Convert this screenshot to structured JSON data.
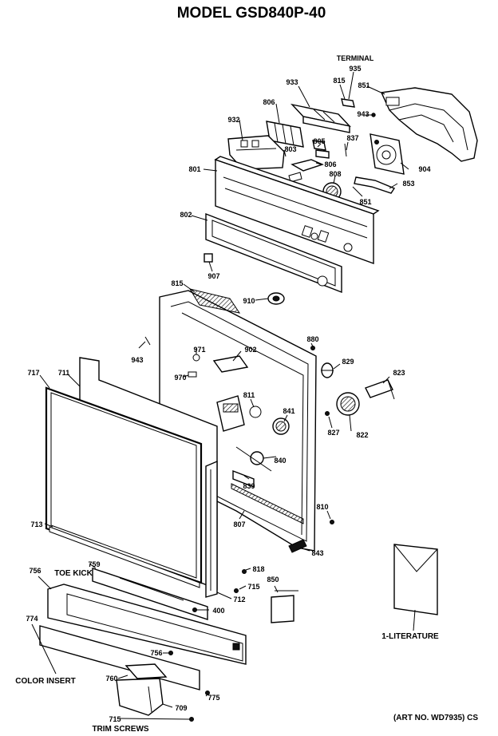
{
  "title": "MODEL GSD840P-40",
  "art_no": "(ART NO. WD7935) CS",
  "group_labels": {
    "terminal": "TERMINAL",
    "toe_kick": "TOE KICK",
    "color_insert": "COLOR INSERT",
    "trim_screws": "TRIM SCREWS",
    "literature": "1-LITERATURE"
  },
  "callouts": {
    "p935": "935",
    "p933": "933",
    "p815a": "815",
    "p851": "851",
    "p806a": "806",
    "p943a": "943",
    "p932": "932",
    "p837": "837",
    "p805": "805",
    "p803": "803",
    "p806b": "806",
    "p801": "801",
    "p808": "808",
    "p904": "904",
    "p853": "853",
    "p851b": "851",
    "p802": "802",
    "p907": "907",
    "p815b": "815",
    "p910": "910",
    "p943b": "943",
    "p971": "971",
    "p902": "902",
    "p880": "880",
    "p829": "829",
    "p717": "717",
    "p711": "711",
    "p970": "970",
    "p823": "823",
    "p811": "811",
    "p841": "841",
    "p827": "827",
    "p822": "822",
    "p840": "840",
    "p839": "839",
    "p810": "810",
    "p713": "713",
    "p807": "807",
    "p843": "843",
    "p759": "759",
    "p756a": "756",
    "p818": "818",
    "p715a": "715",
    "p850": "850",
    "p712": "712",
    "p400": "400",
    "p774": "774",
    "p756b": "756",
    "p760": "760",
    "p775": "775",
    "p709": "709",
    "p715b": "715"
  }
}
